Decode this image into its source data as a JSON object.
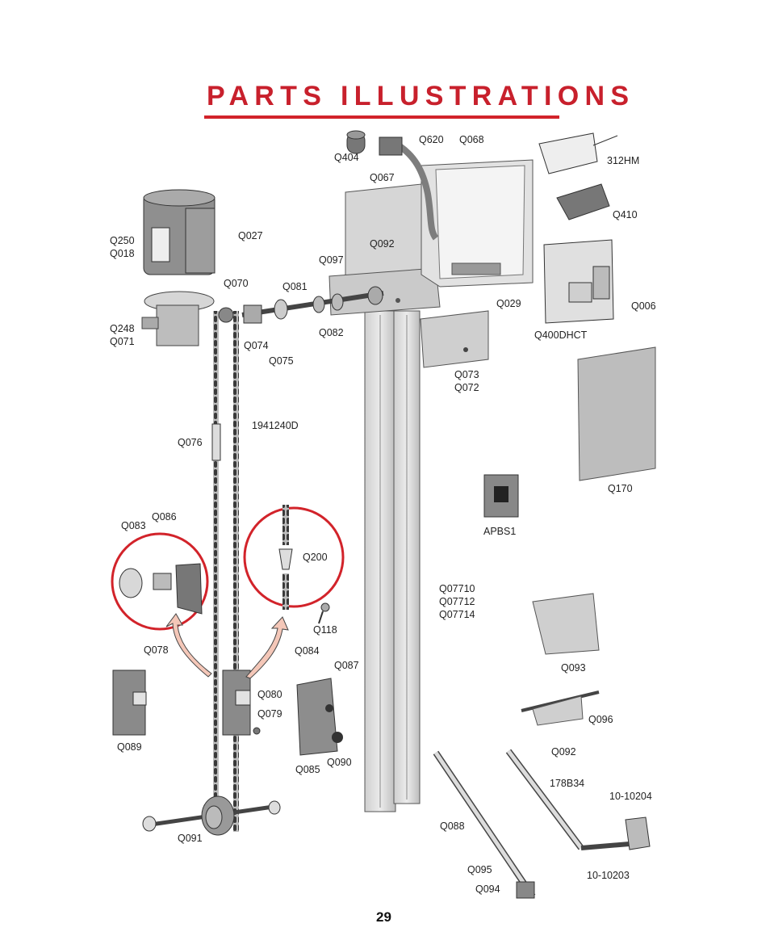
{
  "page": {
    "title": "PARTS ILLUSTRATIONS",
    "number": "29"
  },
  "labels": {
    "q404": "Q404",
    "q620": "Q620",
    "q068": "Q068",
    "hm312": "312HM",
    "q067": "Q067",
    "q410": "Q410",
    "q027": "Q027",
    "q250_q018": "Q250\nQ018",
    "q092a": "Q092",
    "q097": "Q097",
    "q070": "Q070",
    "q081": "Q081",
    "q029": "Q029",
    "q006": "Q006",
    "q248_q071": "Q248\nQ071",
    "q074": "Q074",
    "q082": "Q082",
    "q075": "Q075",
    "q400dhct": "Q400DHCT",
    "q073_q072": "Q073\nQ072",
    "p1941240d": "1941240D",
    "q076": "Q076",
    "q170": "Q170",
    "q083": "Q083",
    "q086": "Q086",
    "apbs1": "APBS1",
    "q200": "Q200",
    "q07710": "Q07710\nQ07712\nQ07714",
    "q118": "Q118",
    "q078": "Q078",
    "q084": "Q084",
    "q087": "Q087",
    "q093": "Q093",
    "q080": "Q080",
    "q079": "Q079",
    "q096": "Q096",
    "q089": "Q089",
    "q092b": "Q092",
    "q085": "Q085",
    "q090": "Q090",
    "b178b34": "178B34",
    "p10_10204": "10-10204",
    "q088": "Q088",
    "q091": "Q091",
    "q095": "Q095",
    "p10_10203": "10-10203",
    "q094": "Q094"
  },
  "colors": {
    "title": "#c8202c",
    "callout_circle": "#d2232a",
    "arrow_fill": "#f4c7b8",
    "part_gray": "#b9b9b9"
  }
}
